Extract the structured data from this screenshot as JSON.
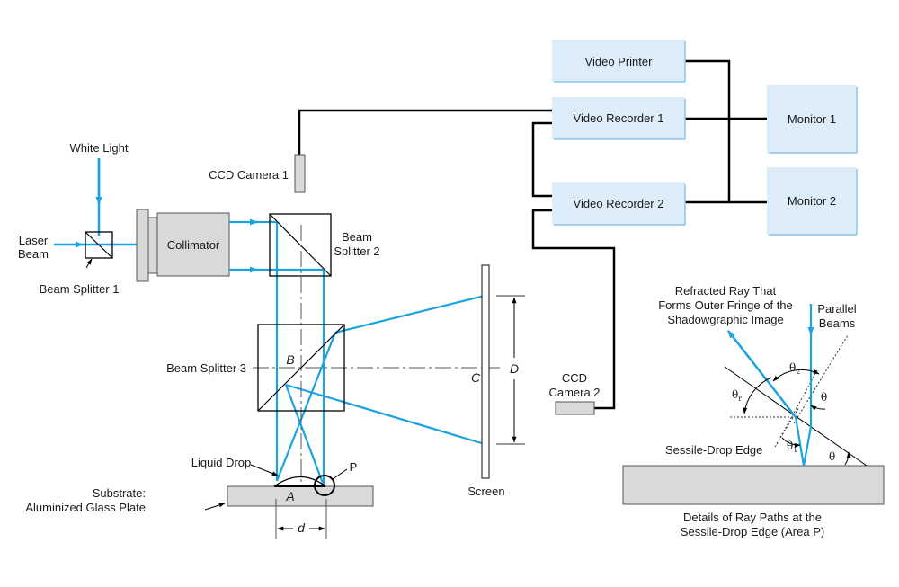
{
  "title": "Shadowgraphic contact-angle measurement optical setup",
  "colors": {
    "beam": "#1aa3e0",
    "device_fill": "#dcecf9",
    "device_edge": "#8cc4ec",
    "component_fill": "#d9d9d9",
    "wire": "#000000"
  },
  "sources": {
    "white_light": "White Light",
    "laser_beam": [
      "Laser",
      "Beam"
    ]
  },
  "components": {
    "beam_splitter_1": "Beam Splitter 1",
    "collimator": "Collimator",
    "beam_splitter_2": [
      "Beam",
      "Splitter 2"
    ],
    "beam_splitter_3": "Beam Splitter 3",
    "ccd_camera_1": "CCD Camera 1",
    "ccd_camera_2": [
      "CCD",
      "Camera 2"
    ],
    "screen": "Screen",
    "liquid_drop": "Liquid Drop",
    "substrate": [
      "Substrate:",
      "Aluminized Glass Plate"
    ],
    "area_p": "P"
  },
  "points": {
    "a": "A",
    "b": "B",
    "c": "C",
    "d_small": "d",
    "d_large": "D"
  },
  "devices": {
    "video_printer": "Video Printer",
    "video_recorder_1": "Video Recorder 1",
    "video_recorder_2": "Video Recorder 2",
    "monitor_1": "Monitor 1",
    "monitor_2": "Monitor 2"
  },
  "detail": {
    "refracted_ray": [
      "Refracted Ray That",
      "Forms Outer Fringe of the",
      "Shadowgraphic Image"
    ],
    "parallel_beams": [
      "Parallel",
      "Beams"
    ],
    "sessile_drop_edge": "Sessile-Drop Edge",
    "caption": [
      "Details of Ray Paths at the",
      "Sessile-Drop Edge (Area P)"
    ],
    "theta": "θ",
    "theta_1": "θ",
    "theta_1_sub": "1",
    "theta_2": "θ",
    "theta_2_sub": "2",
    "theta_r": "θ",
    "theta_r_sub": "r"
  }
}
